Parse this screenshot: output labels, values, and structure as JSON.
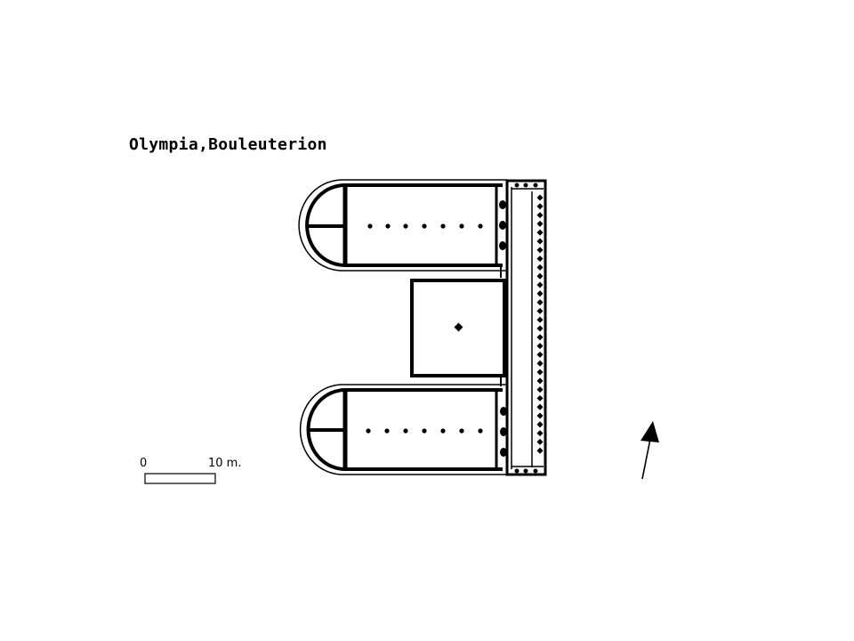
{
  "title": "Olympia,Bouleuterion",
  "scale_bar": {
    "start_label": "0",
    "end_label": "10 m."
  },
  "colors": {
    "ink": "#000000",
    "background": "#ffffff"
  },
  "icons": {
    "north": "north-arrow-icon"
  }
}
